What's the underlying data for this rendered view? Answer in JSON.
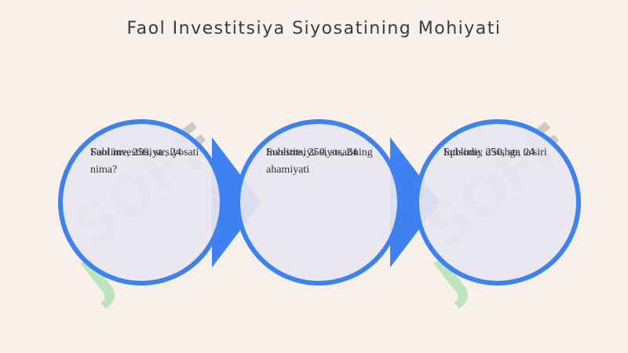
{
  "title": "Faol Investitsiya Siyosatining Mohiyati",
  "watermark": "SOFF",
  "colors": {
    "background": "#f8f0eb",
    "circle_fill": "#e8e6f0",
    "circle_stroke": "#3d82f0",
    "arrow": "#3d82f0",
    "watermark_text": "#a8a8a8",
    "watermark_logo": "#8fdc9a"
  },
  "cards": [
    {
      "label": "Faol investitsiya siyosati nima?",
      "overlay": "Sublime, 250, str, 24"
    },
    {
      "label": "Investitsiya siyosatining ahamiyati",
      "overlay": "Sublime, 250, str, 24"
    },
    {
      "label": "Iqtisodiy o'sishga ta'siri",
      "overlay": "Sublime, 250, str, 24"
    }
  ]
}
